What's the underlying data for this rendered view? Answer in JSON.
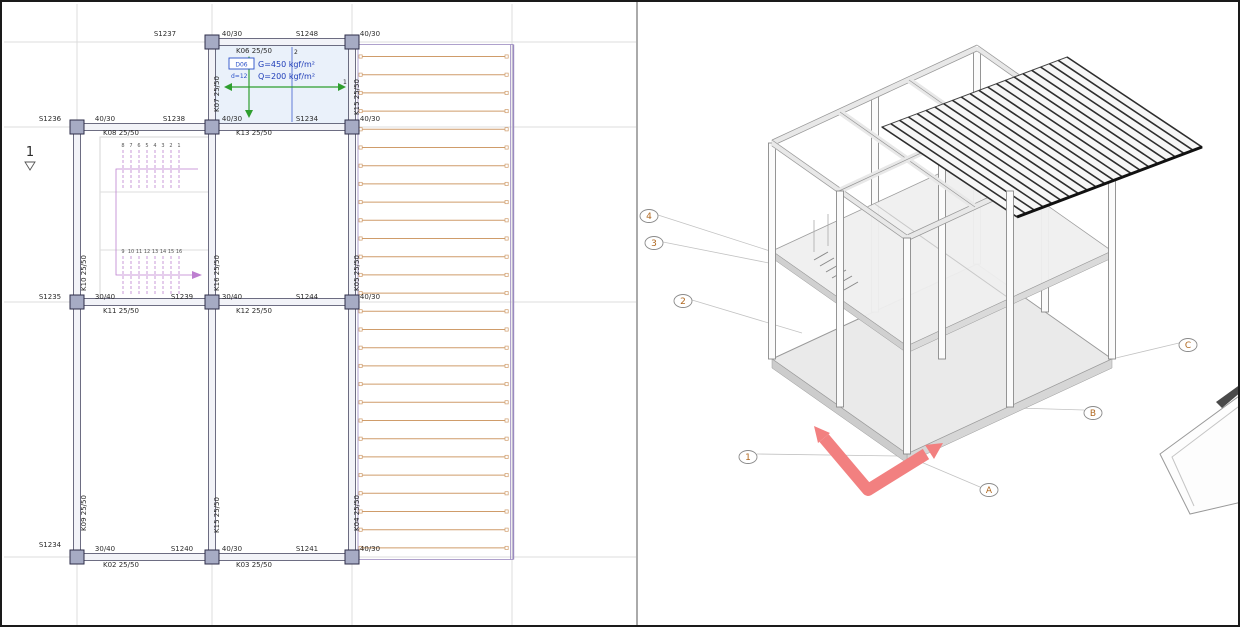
{
  "plan": {
    "grid_marker": {
      "label": "1"
    },
    "columns": {
      "s1237": "S1237",
      "s1248": "S1248",
      "s1236": "S1236",
      "s1238": "S1238",
      "s1234_mid": "S1234",
      "s1235": "S1235",
      "s1239": "S1239",
      "s1244": "S1244",
      "s1234_bottom": "S1234",
      "s1240": "S1240",
      "s1241": "S1241"
    },
    "dims": {
      "r1_mid": "40/30",
      "r1_right": "40/30",
      "r2_left": "40/30",
      "r2_mid": "40/30",
      "r2_right": "40/30",
      "r3_left": "30/40",
      "r3_mid": "30/40",
      "r3_right": "40/30",
      "r4_left": "30/40",
      "r4_mid": "40/30",
      "r4_right": "40/30"
    },
    "beams": {
      "k02": "K02 25/50",
      "k03": "K03 25/50",
      "k04": "K04 25/50",
      "k05": "K05 25/50",
      "k06": "K06 25/50",
      "k07": "K07 25/50",
      "k08": "K08 25/50",
      "k09": "K09 25/50",
      "k10": "K10 25/50",
      "k11": "K11 25/50",
      "k12": "K12 25/50",
      "k13": "K13 25/50",
      "k15_top": "K15 25/50",
      "k15_bottom": "K15 25/50",
      "k16": "K16 25/50"
    },
    "slab_annotation": {
      "tag": "D06",
      "thickness": "d=12",
      "dead_load": "G=450 kgf/m²",
      "live_load": "Q=200 kgf/m²",
      "mark_2": "2",
      "mark_1": "1"
    },
    "stair": {
      "flight1": [
        "8",
        "7",
        "6",
        "5",
        "4",
        "3",
        "2",
        "1"
      ],
      "flight2": [
        "9",
        "10",
        "11",
        "12",
        "13",
        "14",
        "15",
        "16"
      ]
    }
  },
  "view3d": {
    "axes": {
      "n1": "1",
      "n2": "2",
      "n3": "3",
      "n4": "4",
      "a": "A",
      "b": "B",
      "c": "C"
    }
  },
  "colors": {
    "beam_outline": "#4a4a63",
    "column_fill": "#a6abc4",
    "slab_hatch": "#cf9c6a",
    "slab_edge": "#9b8ac0",
    "stair_lines": "#bd7fd0",
    "annotation_blue": "#2a50c8",
    "span_arrow_green": "#2f9e2f",
    "section_arrow_red": "#f28080",
    "axis_label_orange": "#b06820"
  }
}
